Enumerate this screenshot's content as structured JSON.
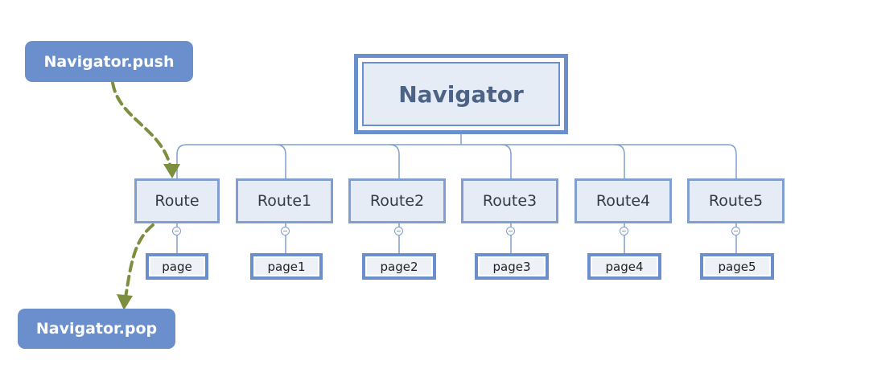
{
  "push_label": "Navigator.push",
  "pop_label": "Navigator.pop",
  "root_label": "Navigator",
  "routes": [
    {
      "label": "Route",
      "page": "page"
    },
    {
      "label": "Route1",
      "page": "page1"
    },
    {
      "label": "Route2",
      "page": "page2"
    },
    {
      "label": "Route3",
      "page": "page3"
    },
    {
      "label": "Route4",
      "page": "page4"
    },
    {
      "label": "Route5",
      "page": "page5"
    }
  ],
  "colors": {
    "accent": "#6a8fcc",
    "box_fill": "#e6ecf5",
    "arrow": "#7b8f3e",
    "connector": "#7f9fd0"
  }
}
